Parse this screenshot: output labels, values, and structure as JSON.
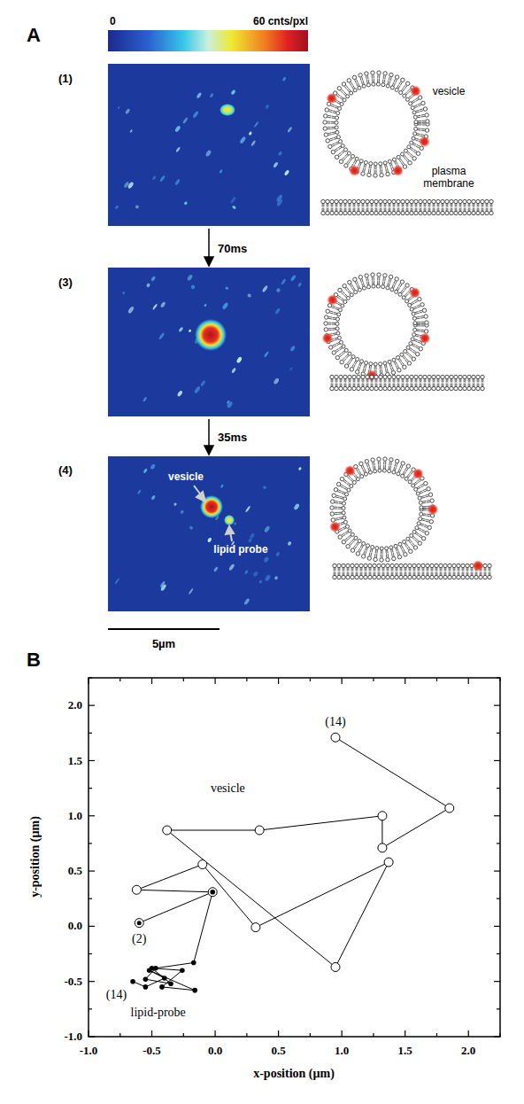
{
  "diagram": {
    "labels": [
      "A",
      "0",
      "60 cnts/pxl",
      "(1)",
      "vesicle",
      "plasma membrane",
      "70ms",
      "(3)",
      "35ms",
      "(4)",
      "vesicle",
      "lipid probe",
      "5µm",
      "B",
      "2.0",
      "1.5",
      "1.0",
      "0.5",
      "0.0",
      "-0.5",
      "-1.0",
      "(14)",
      "vesicle",
      "(2)",
      "(14)",
      "lipid-probe",
      "-1.0",
      "-0.5",
      "0.0",
      "0.5",
      "1.0",
      "1.5",
      "2.0",
      "y-position (µm)",
      "x-position (µm)"
    ]
  }
}
